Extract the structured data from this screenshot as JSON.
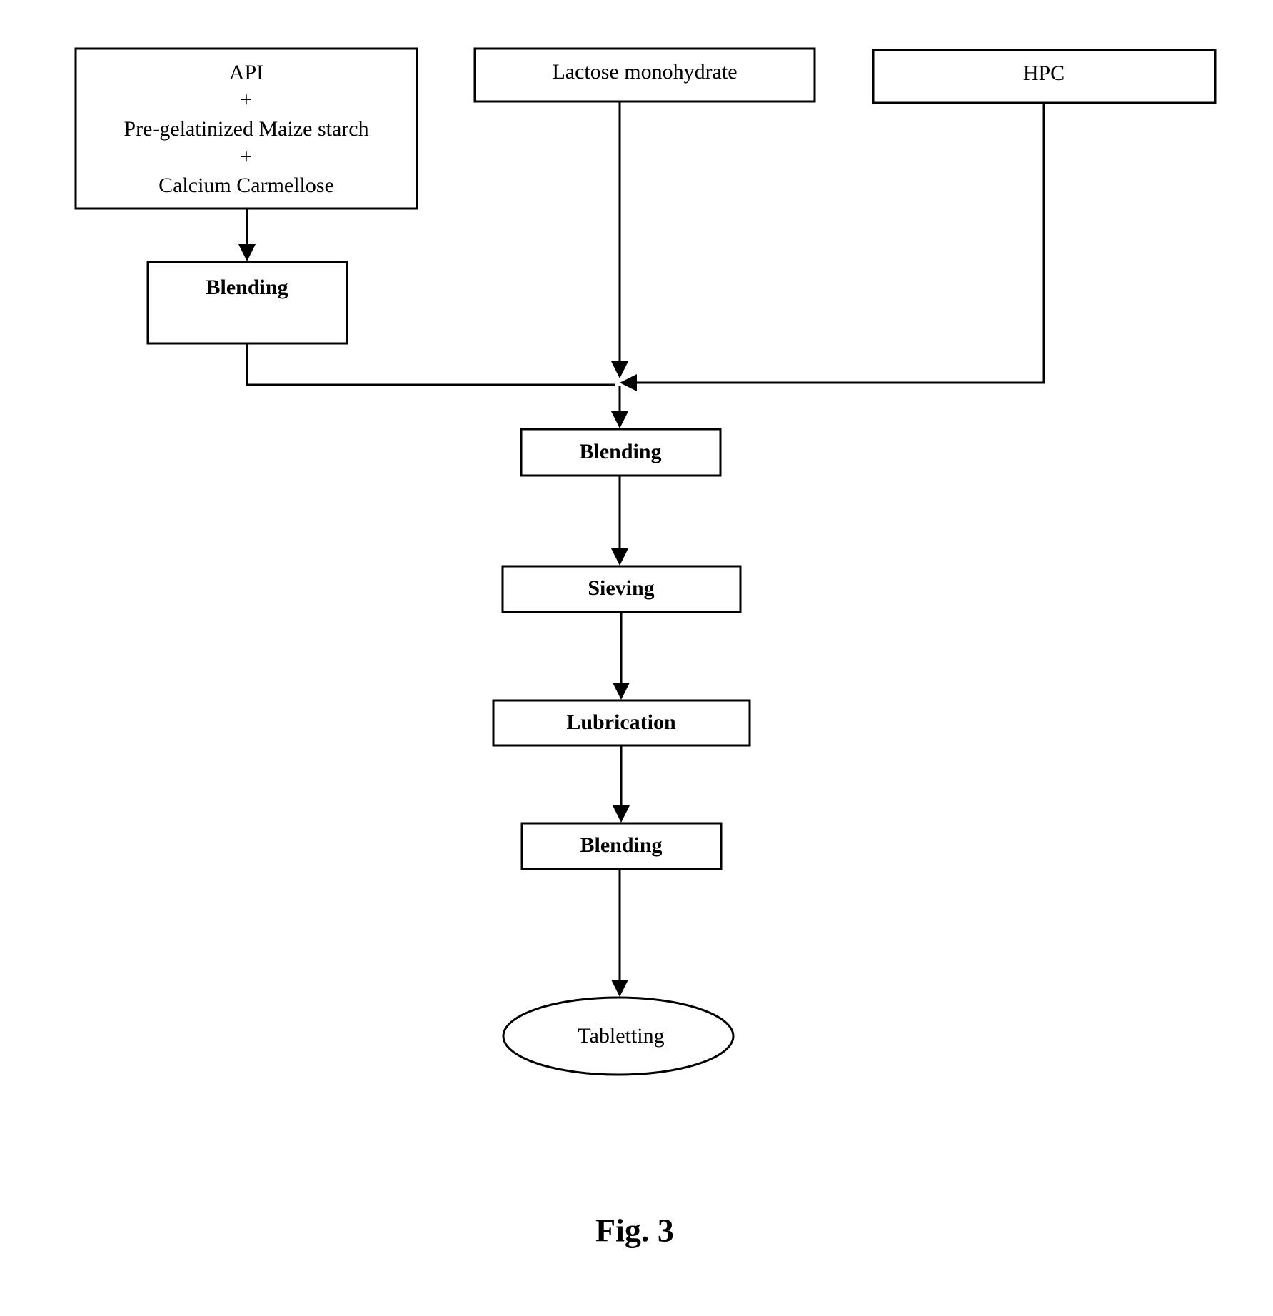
{
  "nodes": {
    "api_mix": {
      "lines": [
        "API",
        "+",
        "Pre-gelatinized Maize starch",
        "+",
        "Calcium Carmellose"
      ]
    },
    "lactose": {
      "label": "Lactose monohydrate"
    },
    "hpc": {
      "label": "HPC"
    },
    "blending_1": {
      "label": "Blending"
    },
    "blending_2": {
      "label": "Blending"
    },
    "sieving": {
      "label": "Sieving"
    },
    "lubrication": {
      "label": "Lubrication"
    },
    "blending_3": {
      "label": "Blending"
    },
    "tabletting": {
      "label": "Tabletting"
    }
  },
  "caption": "Fig. 3"
}
